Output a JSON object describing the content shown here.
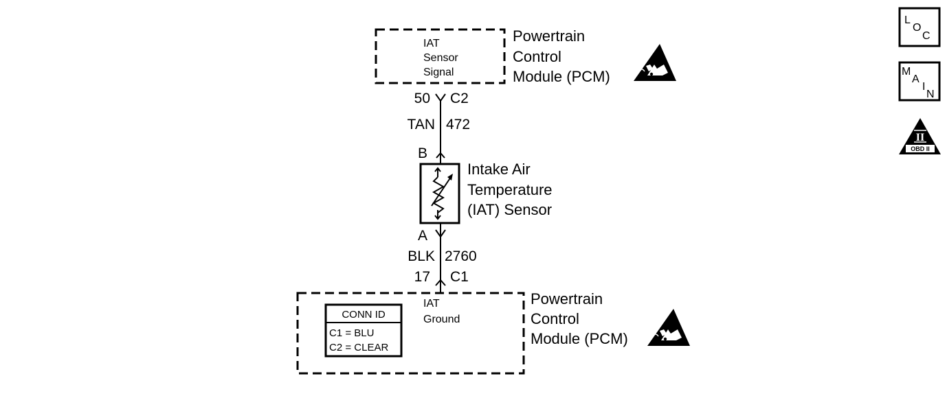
{
  "pcm_top": {
    "title_lines": [
      "Powertrain",
      "Control",
      "Module (PCM)"
    ],
    "signal_lines": [
      "IAT",
      "Sensor",
      "Signal"
    ]
  },
  "connector_top": {
    "pin": "50",
    "connector": "C2"
  },
  "wire_top": {
    "color": "TAN",
    "circuit": "472"
  },
  "sensor": {
    "pin_top": "B",
    "pin_bottom": "A",
    "name_lines": [
      "Intake Air",
      "Temperature",
      "(IAT) Sensor"
    ]
  },
  "wire_bottom": {
    "color": "BLK",
    "circuit": "2760"
  },
  "connector_bottom": {
    "pin": "17",
    "connector": "C1"
  },
  "pcm_bottom": {
    "title_lines": [
      "Powertrain",
      "Control",
      "Module (PCM)"
    ],
    "ground_lines": [
      "IAT",
      "Ground"
    ]
  },
  "conn_id": {
    "header": "CONN ID",
    "rows": [
      "C1 = BLU",
      "C2 = CLEAR"
    ]
  },
  "side_icons": {
    "loc": {
      "letters": [
        "L",
        "O",
        "C"
      ],
      "icon": "loc-icon"
    },
    "main": {
      "letters": [
        "M",
        "A",
        "I",
        "N"
      ],
      "icon": "main-icon"
    },
    "obd": {
      "numeral": "II",
      "label": "OBD II",
      "icon": "obd-ii-icon"
    }
  },
  "esd_icon": "esd-warning-icon"
}
